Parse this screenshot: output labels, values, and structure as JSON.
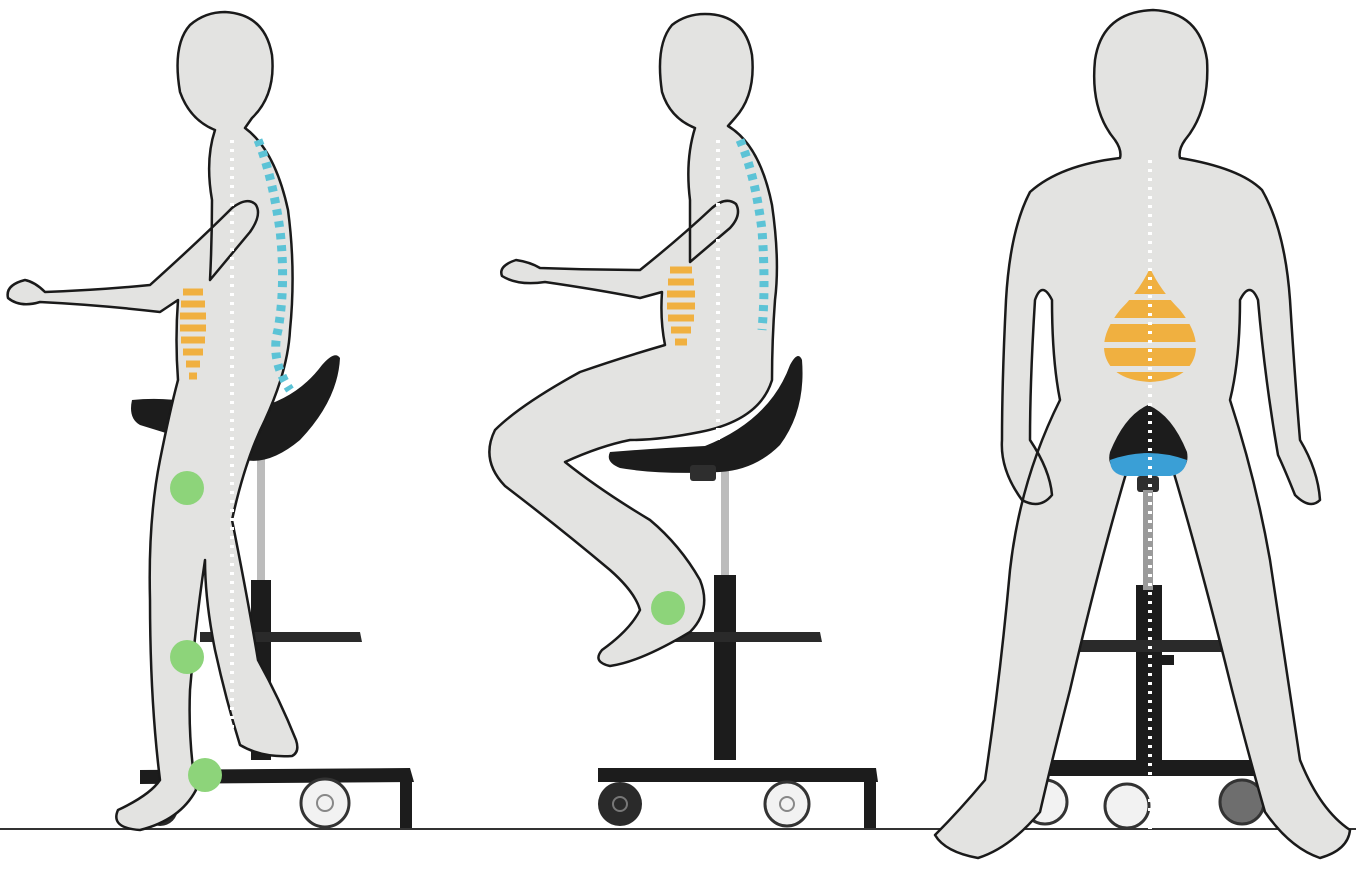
{
  "colors": {
    "background": "#ffffff",
    "body_fill": "#e3e3e1",
    "body_outline": "#1a1a1a",
    "chair_black": "#1c1c1c",
    "chair_dark": "#2e2e2e",
    "pole_metal": "#b9b9b9",
    "spine_blue": "#5cc3d6",
    "seat_blue": "#3a9fd6",
    "belly_orange": "#f0b040",
    "contact_green": "#8dd47a",
    "centerline_white": "#ffffff",
    "wheel_light": "#f2f2f2",
    "wheel_gray": "#6e6e6e",
    "floor_line": "#333333"
  },
  "figures": [
    {
      "name": "figure-standing-side",
      "view": "side",
      "pose": "standing-leaning"
    },
    {
      "name": "figure-sitting-side",
      "view": "side",
      "pose": "perched"
    },
    {
      "name": "figure-sitting-front",
      "view": "front",
      "pose": "straddling"
    }
  ],
  "icons": [
    "spine-curve-icon",
    "abdomen-stripes-icon",
    "contact-point-icon",
    "saddle-seat-icon",
    "caster-wheel-icon"
  ]
}
